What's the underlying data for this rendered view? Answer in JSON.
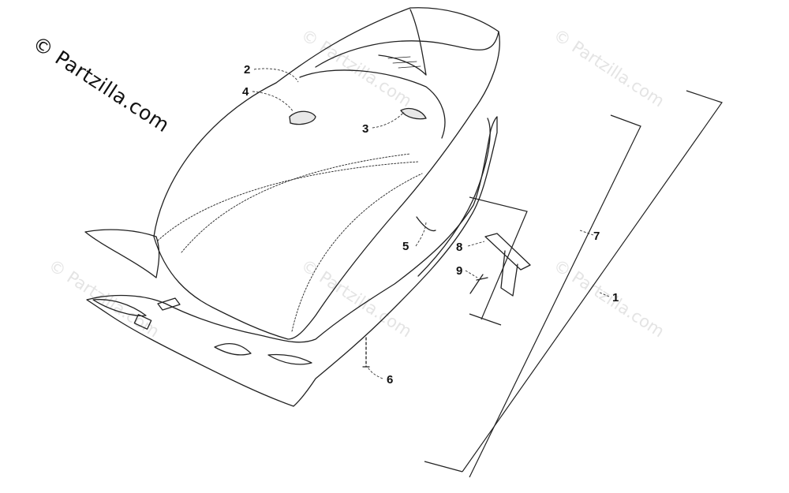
{
  "watermark": {
    "copyright": "© Partzilla.com",
    "faint_text": "© Partzilla.com"
  },
  "callouts": [
    {
      "id": "1",
      "label": "1"
    },
    {
      "id": "2",
      "label": "2"
    },
    {
      "id": "3",
      "label": "3"
    },
    {
      "id": "4",
      "label": "4"
    },
    {
      "id": "5",
      "label": "5"
    },
    {
      "id": "6",
      "label": "6"
    },
    {
      "id": "7",
      "label": "7"
    },
    {
      "id": "8",
      "label": "8"
    },
    {
      "id": "9",
      "label": "9"
    }
  ]
}
